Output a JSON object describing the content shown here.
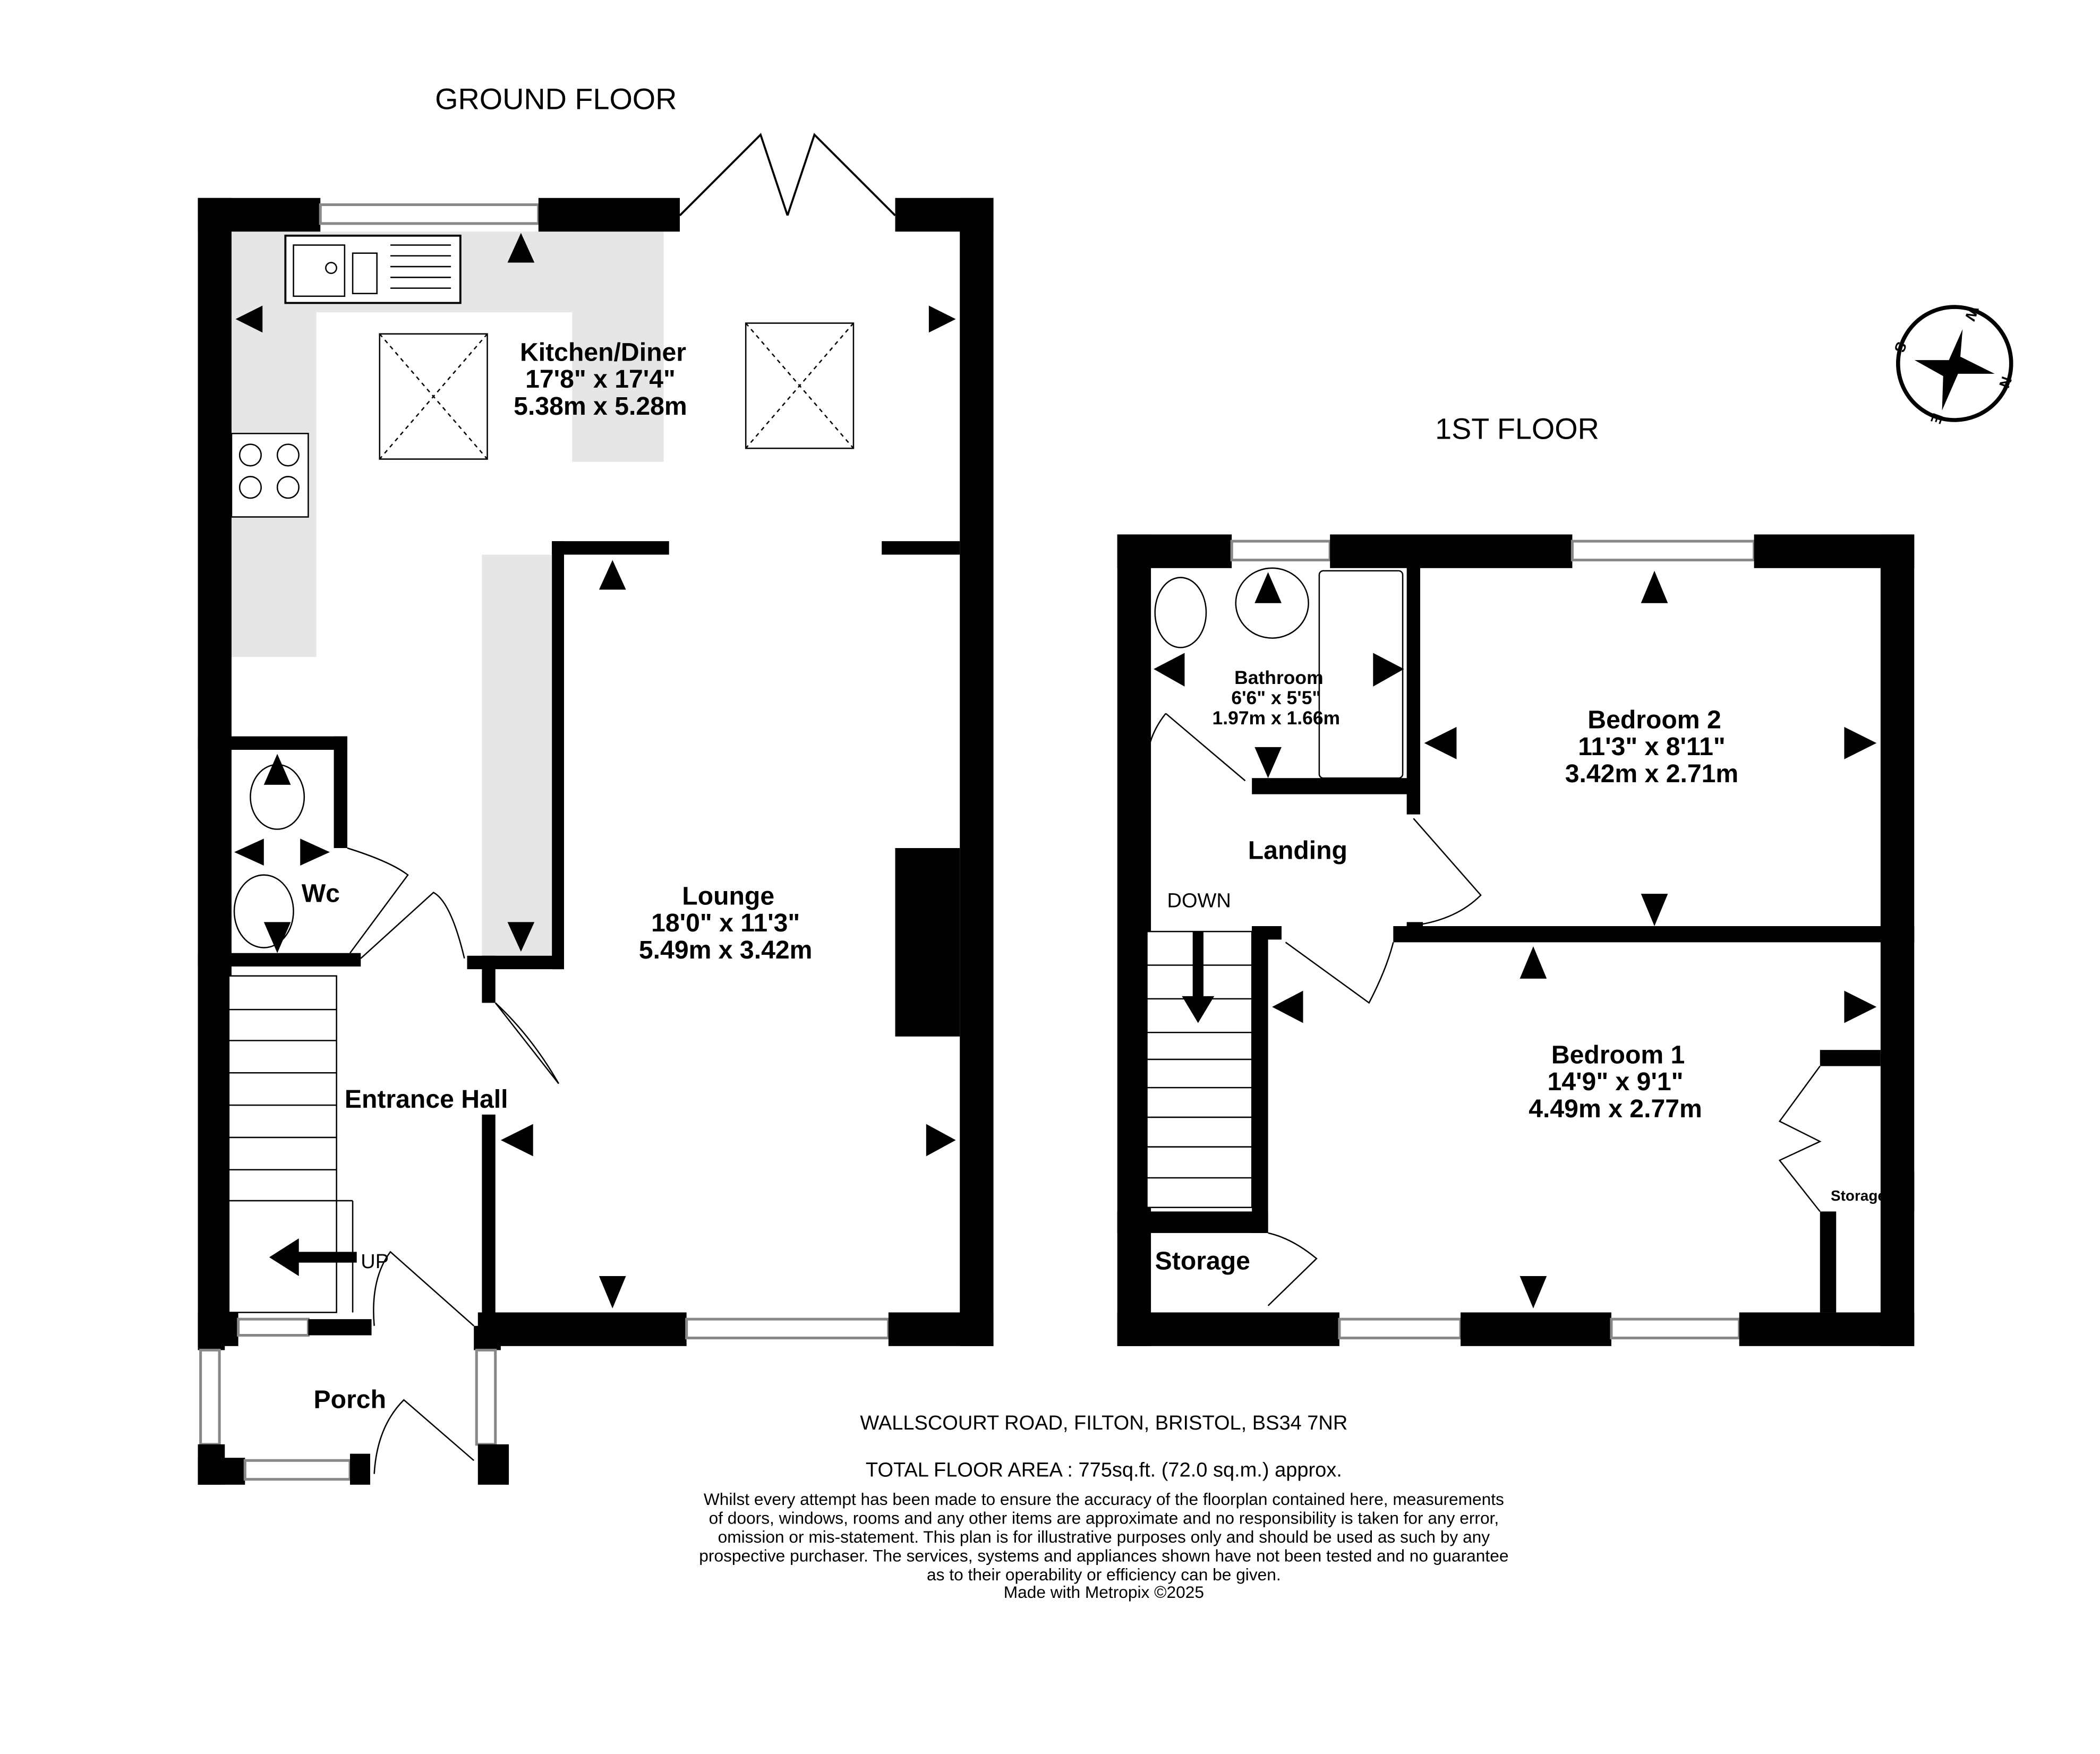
{
  "ground_floor": {
    "title": "GROUND FLOOR",
    "rooms": [
      {
        "name": "Kitchen/Diner",
        "imperial": "17'8\"  x 17'4\"",
        "metric": "5.38m  x 5.28m"
      },
      {
        "name": "Lounge",
        "imperial": "18'0\"  x 11'3\"",
        "metric": "5.49m  x 3.42m"
      },
      {
        "name": "Wc"
      },
      {
        "name": "Entrance Hall"
      },
      {
        "name": "Porch"
      }
    ],
    "stairs_label": "UP"
  },
  "first_floor": {
    "title": "1ST FLOOR",
    "rooms": [
      {
        "name": "Bathroom",
        "imperial": "6'6\"  x 5'5\"",
        "metric": "1.97m  x 1.66m"
      },
      {
        "name": "Bedroom 2",
        "imperial": "11'3\"  x 8'11\"",
        "metric": "3.42m  x 2.71m"
      },
      {
        "name": "Landing"
      },
      {
        "name": "Bedroom 1",
        "imperial": "14'9\"  x 9'1\"",
        "metric": "4.49m  x 2.77m"
      },
      {
        "name": "Storage"
      },
      {
        "name": "Storage"
      }
    ],
    "stairs_label": "DOWN"
  },
  "compass": {
    "n": "N",
    "e": "E",
    "s": "S",
    "w": "W"
  },
  "footer": {
    "address": "WALLSCOURT ROAD, FILTON, BRISTOL, BS34 7NR",
    "total_area": "TOTAL FLOOR AREA : 775sq.ft. (72.0 sq.m.) approx.",
    "disclaimer": [
      "Whilst every attempt has been made to ensure the accuracy of the floorplan contained here, measurements",
      "of doors, windows, rooms and any other items are approximate and no responsibility is taken for any error,",
      "omission or mis-statement. This plan is for illustrative purposes only and should be used as such by any",
      "prospective purchaser. The services, systems and appliances shown have not been tested and no guarantee",
      "as to their operability or efficiency can be given."
    ],
    "credit": "Made with Metropix ©2025"
  }
}
